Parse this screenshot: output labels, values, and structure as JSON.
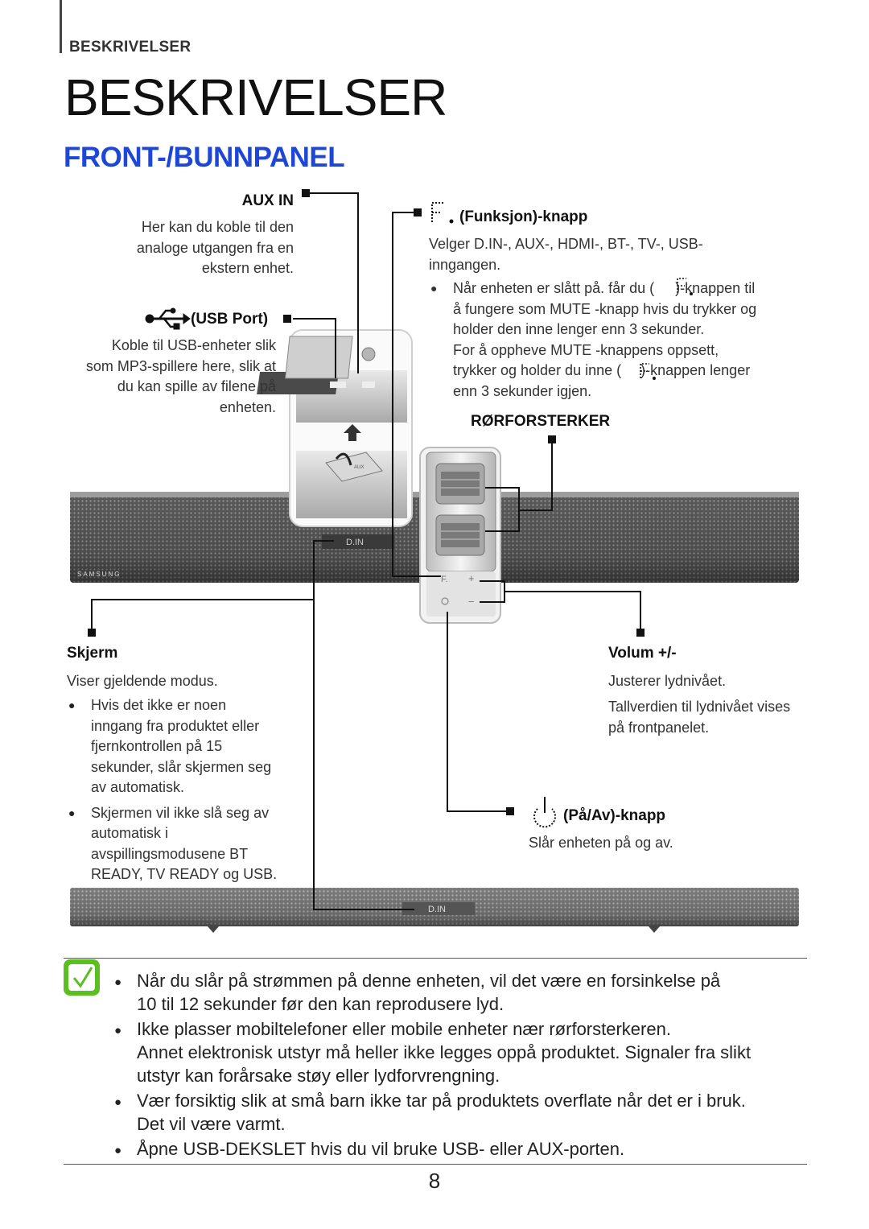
{
  "header": {
    "section": "BESKRIVELSER"
  },
  "title": "BESKRIVELSER",
  "subtitle": "FRONT-/BUNNPANEL",
  "callouts": {
    "aux": {
      "label": "AUX IN",
      "desc": [
        "Her kan du koble til den",
        "analoge utgangen fra en",
        "ekstern enhet."
      ]
    },
    "usb": {
      "label": "(USB Port)",
      "desc": [
        "Koble til USB-enheter slik",
        "som MP3-spillere here, slik at",
        "du kan spille av filene på",
        "enheten."
      ]
    },
    "function": {
      "label": "(Funksjon)-knapp",
      "desc": [
        "Velger D.IN-, AUX-, HDMI-, BT-, TV-, USB-",
        "inngangen."
      ],
      "bullet_lines": [
        "Når enheten er slått på. får du (",
        ")-knappen til",
        "å fungere som MUTE -knapp hvis du trykker og",
        "holder den inne lenger enn 3 sekunder."
      ],
      "extra_lines": [
        "For å oppheve MUTE -knappens oppsett,",
        "trykker og holder du inne (",
        ")-knappen lenger",
        "enn 3 sekunder igjen."
      ]
    },
    "tube": {
      "label": "RØRFORSTERKER"
    },
    "display": {
      "label": "Skjerm",
      "desc": "Viser gjeldende modus.",
      "bullets": [
        [
          "Hvis det ikke er noen",
          "inngang fra produktet eller",
          "fjernkontrollen på 15",
          "sekunder, slår skjermen seg",
          "av automatisk."
        ],
        [
          "Skjermen vil ikke slå seg av",
          "automatisk i",
          "avspillingsmodusene BT",
          "READY, TV READY og USB."
        ]
      ]
    },
    "volume": {
      "label": "Volum +/-",
      "desc": [
        "Justerer lydnivået."
      ],
      "desc2": [
        "Tallverdien til lydnivået vises",
        "på frontpanelet."
      ]
    },
    "power": {
      "label": "(På/Av)-knapp",
      "desc": "Slår enheten på og av."
    }
  },
  "device": {
    "display_text": "D.IN",
    "brand": "SAMSUNG",
    "f_label": "F.",
    "plus": "+",
    "minus": "−",
    "aux_tag": "AUX"
  },
  "notes": [
    [
      "Når du slår på strømmen på denne enheten, vil det være en forsinkelse på",
      "10 til 12 sekunder før den kan reprodusere lyd."
    ],
    [
      "Ikke plasser mobiltelefoner eller mobile enheter nær rørforsterkeren.",
      "Annet elektronisk utstyr må heller ikke legges oppå produktet. Signaler fra slikt",
      "utstyr kan forårsake støy eller lydforvrengning."
    ],
    [
      "Vær forsiktig slik at små barn ikke tar på produktets overflate når det er i bruk.",
      "Det vil være varmt."
    ],
    [
      "Åpne USB-DEKSLET hvis du vil bruke USB- eller AUX-porten."
    ]
  ],
  "page_number": "8",
  "colors": {
    "accent_blue": "#1e47d8",
    "note_icon_green": "#5bbf21"
  },
  "icons": [
    "usb-icon",
    "function-icon",
    "power-icon",
    "note-check-icon"
  ]
}
